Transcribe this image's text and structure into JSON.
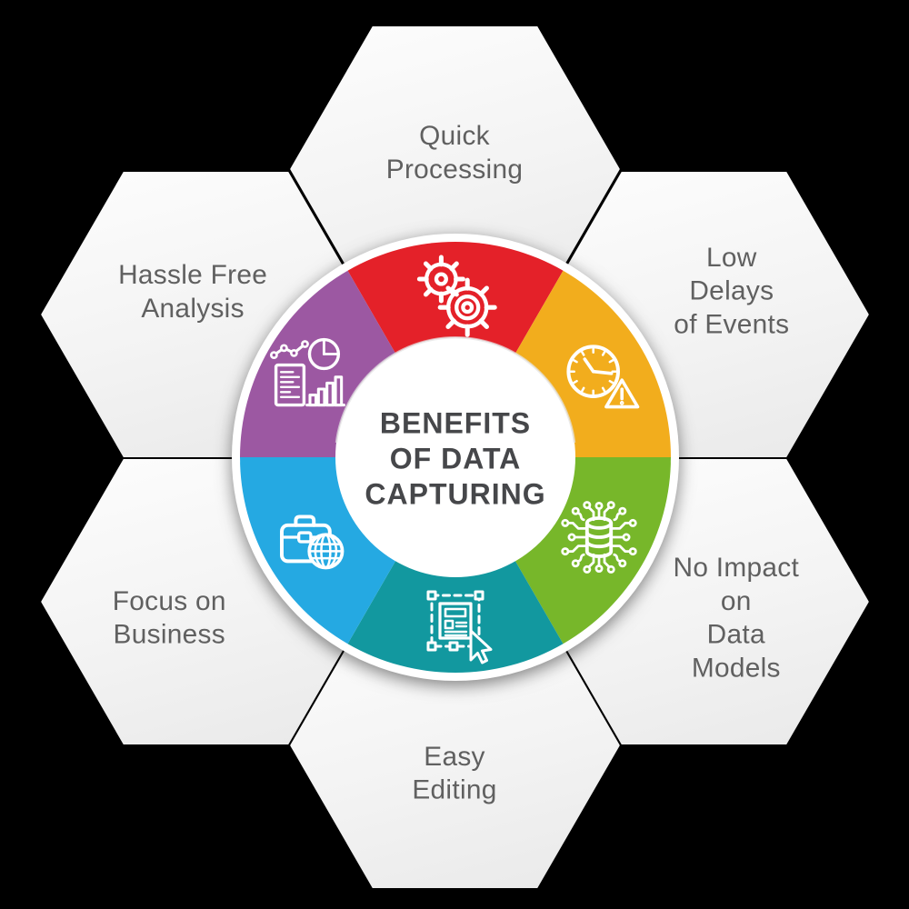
{
  "page": {
    "background_color": "#000000"
  },
  "center": {
    "title": "BENEFITS\nOF DATA\nCAPTURING",
    "title_color": "#46474a"
  },
  "hexagons": [
    {
      "id": "quick-processing",
      "label": "Quick\nProcessing"
    },
    {
      "id": "low-delays-of-events",
      "label": "Low Delays\nof Events"
    },
    {
      "id": "no-impact-on-data-models",
      "label": "No Impact on\nData Models"
    },
    {
      "id": "easy-editing",
      "label": "Easy\nEditing"
    },
    {
      "id": "focus-on-business",
      "label": "Focus on\nBusiness"
    },
    {
      "id": "hassle-free-analysis",
      "label": "Hassle Free\nAnalysis"
    }
  ],
  "segments": [
    {
      "name": "quick-processing",
      "color": "#e42129",
      "icon": "gears-icon"
    },
    {
      "name": "low-delays-of-events",
      "color": "#f2ad1d",
      "icon": "clock-warning-icon"
    },
    {
      "name": "no-impact-on-data-models",
      "color": "#77b72a",
      "icon": "database-circuit-icon"
    },
    {
      "name": "easy-editing",
      "color": "#12989f",
      "icon": "document-select-cursor-icon"
    },
    {
      "name": "focus-on-business",
      "color": "#25a9e2",
      "icon": "briefcase-globe-icon"
    },
    {
      "name": "hassle-free-analysis",
      "color": "#9c58a2",
      "icon": "analysis-charts-icon"
    }
  ]
}
